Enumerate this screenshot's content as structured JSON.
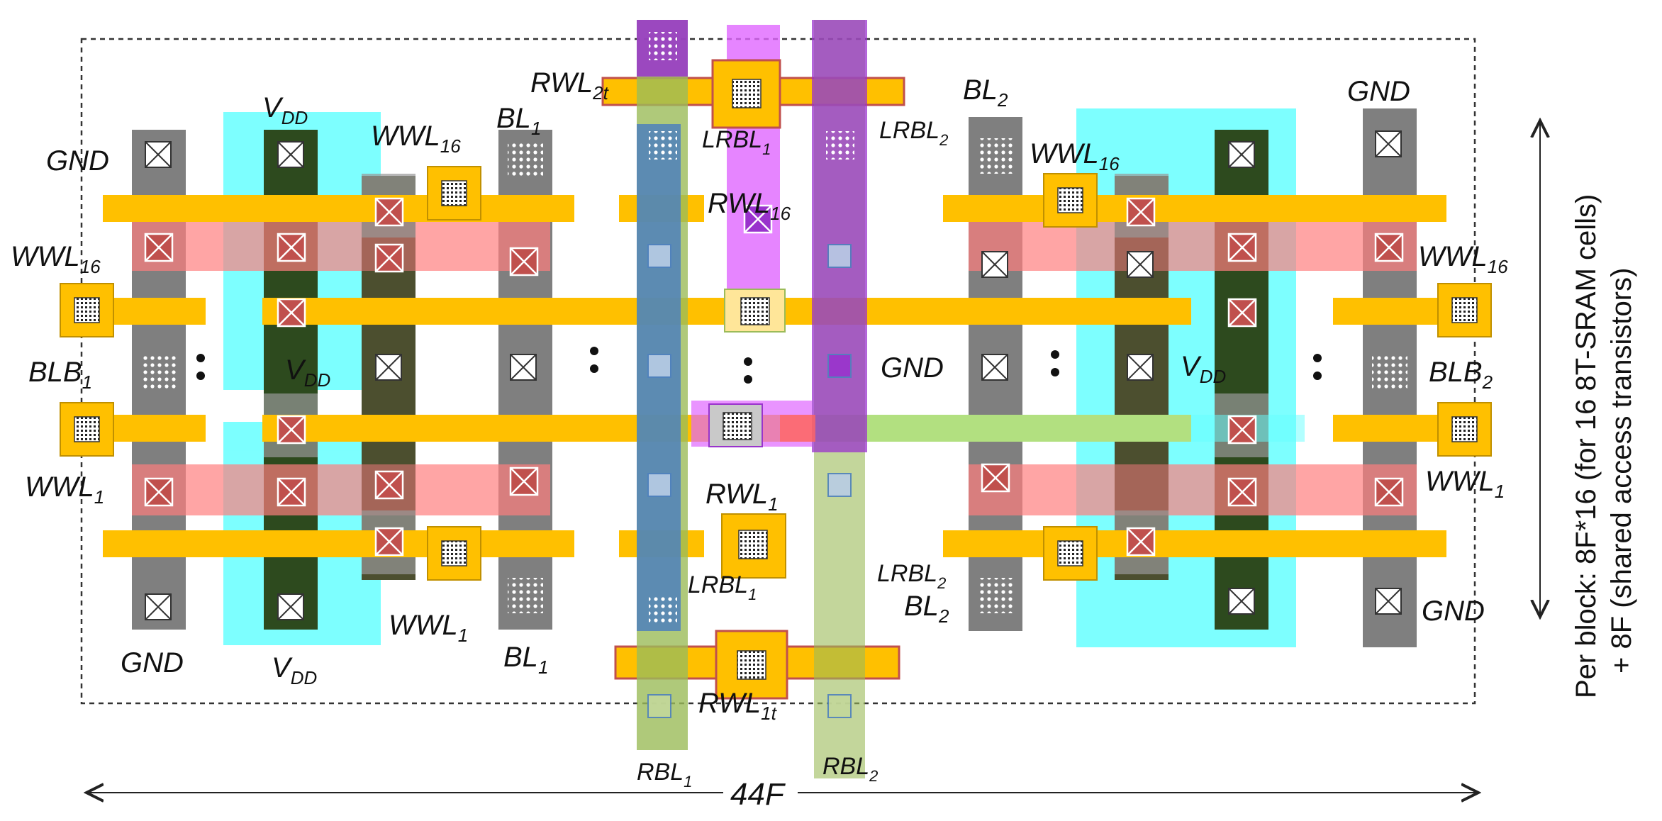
{
  "diagram": {
    "labels": {
      "rwl_2t": "RWL",
      "rwl_2t_sub": "2t",
      "lrbl1_top": "LRBL",
      "lrbl1_top_sub": "1",
      "lrbl2_top": "LRBL",
      "lrbl2_top_sub": "2",
      "rwl16": "RWL",
      "rwl16_sub": "16",
      "rwl1": "RWL",
      "rwl1_sub": "1",
      "lrbl1_bot": "LRBL",
      "lrbl1_bot_sub": "1",
      "lrbl2_bot": "LRBL",
      "lrbl2_bot_sub": "2",
      "rwl_1t": "RWL",
      "rwl_1t_sub": "1t",
      "rbl1": "RBL",
      "rbl1_sub": "1",
      "rbl2": "RBL",
      "rbl2_sub": "2",
      "gnd_tl": "GND",
      "gnd_bl": "GND",
      "gnd_tr": "GND",
      "gnd_br": "GND",
      "gnd_mid": "GND",
      "vdd_tl": "V",
      "vdd_tl_sub": "DD",
      "vdd_ml": "V",
      "vdd_ml_sub": "DD",
      "vdd_bl": "V",
      "vdd_bl_sub": "DD",
      "vdd_mr": "V",
      "vdd_mr_sub": "DD",
      "wwl16_l_top": "WWL",
      "wwl16_l_top_sub": "16",
      "wwl16_l_side": "WWL",
      "wwl16_l_side_sub": "16",
      "wwl16_r_top": "WWL",
      "wwl16_r_top_sub": "16",
      "wwl16_r_side": "WWL",
      "wwl16_r_side_sub": "16",
      "wwl1_l_side": "WWL",
      "wwl1_l_side_sub": "1",
      "wwl1_l_bot": "WWL",
      "wwl1_l_bot_sub": "1",
      "wwl1_r_side": "WWL",
      "wwl1_r_side_sub": "1",
      "bl1_top": "BL",
      "bl1_top_sub": "1",
      "bl1_bot": "BL",
      "bl1_bot_sub": "1",
      "bl2_top": "BL",
      "bl2_top_sub": "2",
      "bl2_bot": "BL",
      "bl2_bot_sub": "2",
      "blb1": "BLB",
      "blb1_sub": "1",
      "blb2": "BLB",
      "blb2_sub": "2",
      "width": "44F",
      "vertical_line1": "Per block: 8F*16 (for 16 8T-SRAM cells)",
      "vertical_line2": "+ 8F (shared access transistors)"
    },
    "colors": {
      "gate": "#ffc000",
      "active": "#7f7f7f",
      "vdd_well": "#66ffff",
      "dark_green": "#2d4a1e",
      "red_contact": "#c0504d",
      "purple": "#9933cc",
      "magenta": "#e066ff",
      "blue_bl": "#4f81bd",
      "green_bl": "#9bbb59"
    }
  }
}
